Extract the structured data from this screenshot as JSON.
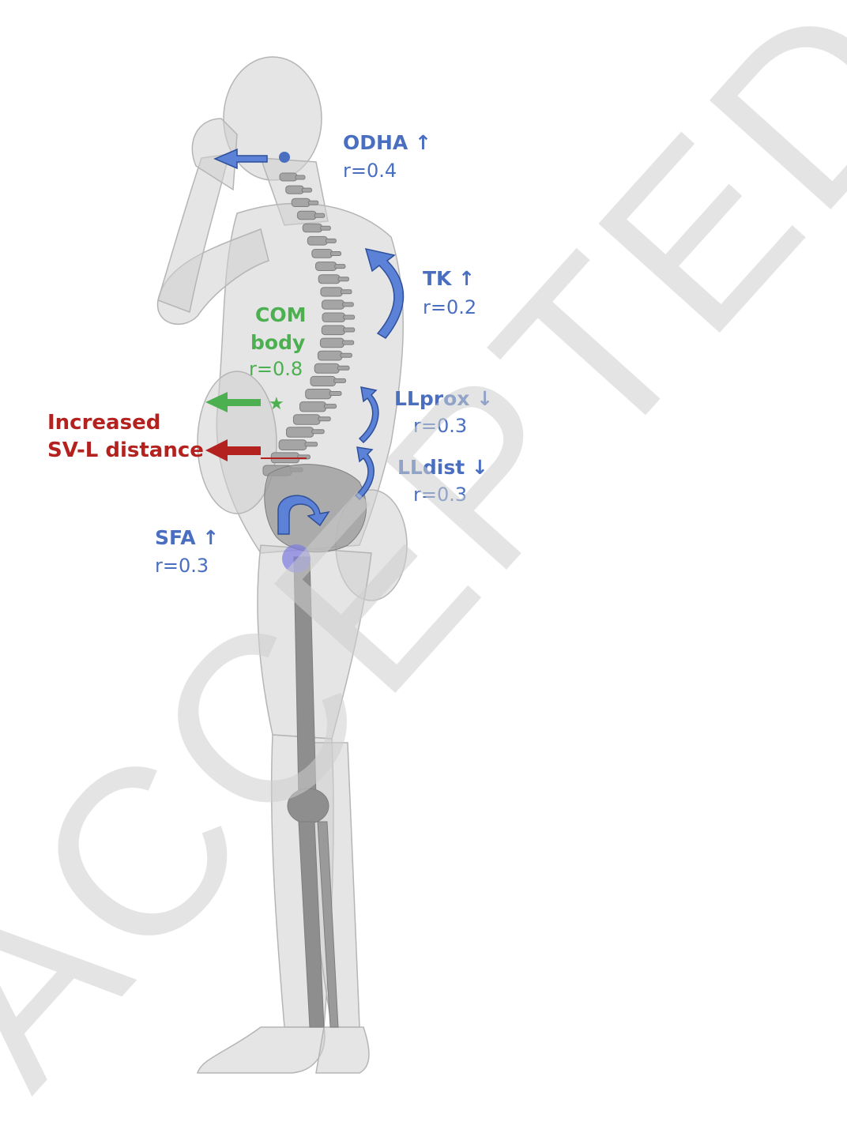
{
  "labels": {
    "odha": {
      "title": "ODHA ↑",
      "r": "r=0.4"
    },
    "tk": {
      "title": "TK ↑",
      "r": "r=0.2"
    },
    "com": {
      "line1": "COM",
      "line2": "body",
      "r": "r=0.8"
    },
    "llprox": {
      "title": "LLprox ↓",
      "r": "r=0.3"
    },
    "lldist": {
      "title": "LLdist ↓",
      "r": "r=0.3"
    },
    "svl": {
      "line1": "Increased",
      "line2": "SV-L distance"
    },
    "sfa": {
      "title": "SFA ↑",
      "r": "r=0.3"
    }
  },
  "watermark": "ACCEPTED",
  "colors": {
    "blue": "#4a6fc1",
    "blue_fill": "#5b82d6",
    "green": "#4caf50",
    "red": "#b3221e",
    "body": "#c7c7c7",
    "bone": "#9a9a9a"
  }
}
